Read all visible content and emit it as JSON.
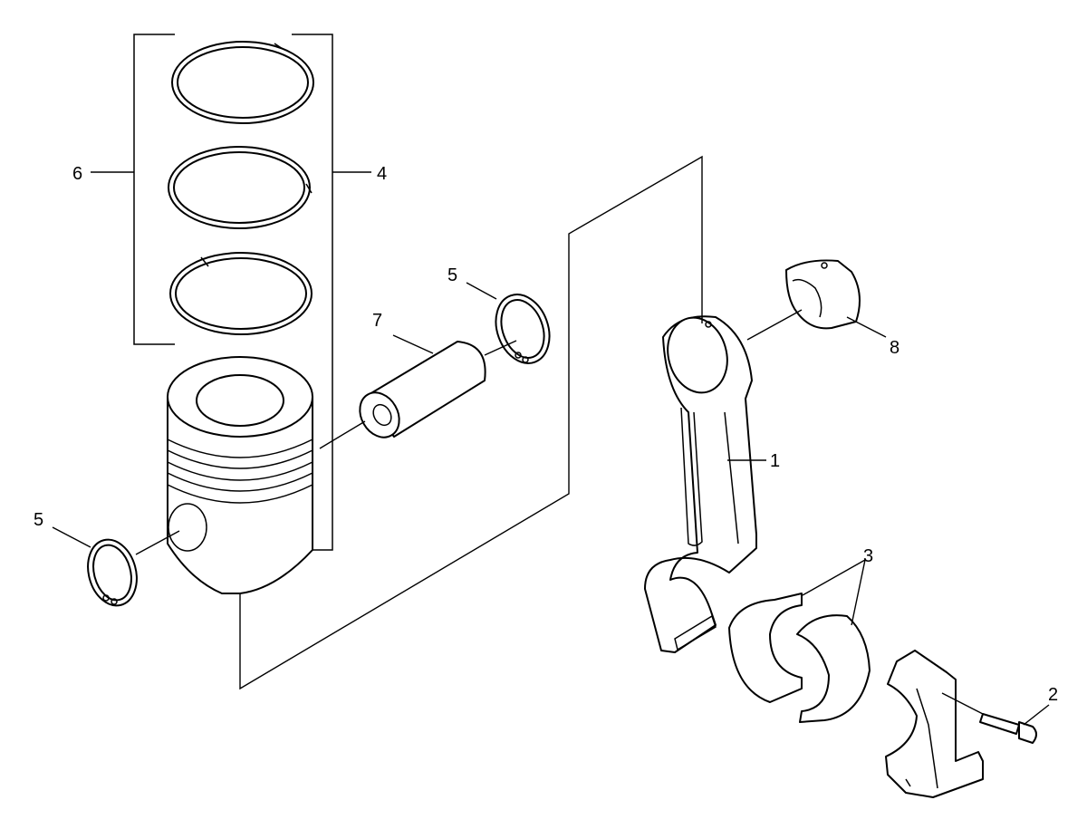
{
  "diagram": {
    "callouts": {
      "c1": "1",
      "c2": "2",
      "c3": "3",
      "c4": "4",
      "c5a": "5",
      "c5b": "5",
      "c6": "6",
      "c7": "7",
      "c8": "8"
    },
    "colors": {
      "line": "#000000",
      "background": "#ffffff"
    }
  }
}
